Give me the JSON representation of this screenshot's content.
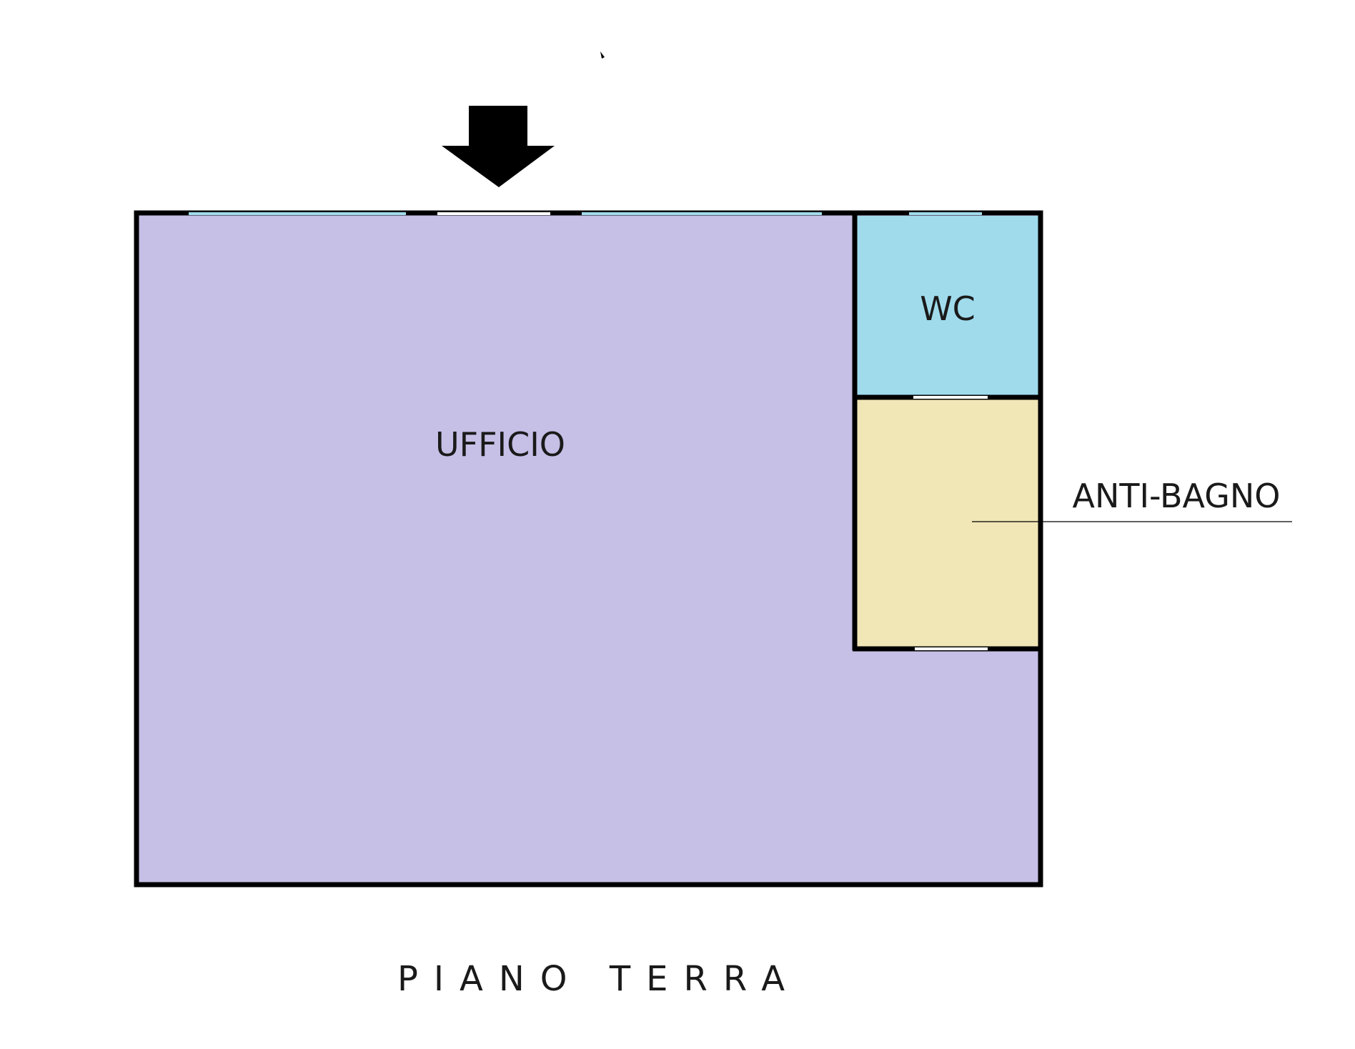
{
  "rooms": {
    "ufficio": {
      "label": "UFFICIO",
      "color": "#c6bfe6"
    },
    "wc": {
      "label": "WC",
      "color": "#a0dbec"
    },
    "antibagno": {
      "label": "ANTI-BAGNO",
      "color": "#f1e6b6"
    }
  },
  "floor_title": "PIANO TERRA",
  "colors": {
    "wall": "#000000",
    "window": "#a0dbec",
    "door": "#ffffff",
    "entrance_arrow": "#000000"
  },
  "icons": {
    "entrance": "arrow-down-icon"
  }
}
